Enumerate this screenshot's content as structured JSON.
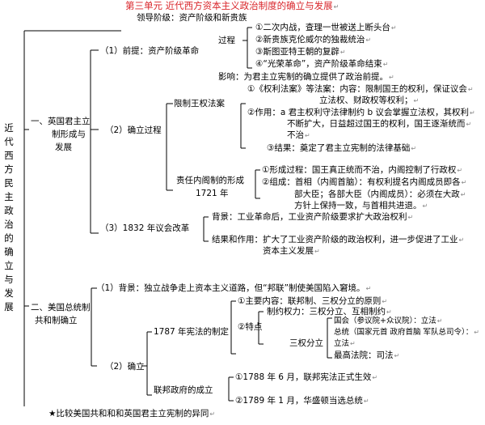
{
  "title": "第三单元 近代西方资本主义政治制度的确立与发展",
  "ret": "↵",
  "vertical_title": "近代西方民主政治的确立与发展",
  "leader": "领导阶级：资产阶级和新贵族",
  "sec1": {
    "label_l1": "一、英国君主立",
    "label_l2": "制形成与",
    "label_l3": "发展",
    "p1_label": "（1）前提：资产阶级革命",
    "process_label": "过程",
    "process_items": [
      "①二次内战，查理一世被送上断头台",
      "②新贵族克伦威尔的独裁统治",
      "③斯图亚特王朝的复辟",
      "④“光荣革命”，资产阶级革命结束"
    ],
    "influence": "影响：为君主立宪制的确立提供了政治前提。",
    "p2_label": "（2）确立过程",
    "limit_label": "限制王权法案",
    "bill_content_l1": "①《权利法案》等法案：内容：限制国王的权利，保证议会",
    "bill_content_l2": "立法权、财政权等权利；",
    "bill_role_l1": "②作用：a 君主权利守法律制约 b 议会掌握立法权，其权利",
    "bill_role_l2": "不断扩大，日益超过国王的权利，国王逐渐统而",
    "bill_role_l3": "不治",
    "bill_result": "③结果：奠定了君主立宪制的法律基础",
    "cabinet_label_l1": "责任内阁制的形成",
    "cabinet_label_l2": "1721 年",
    "cab_form": "①形成过程：国王真正统而不治，内阁控制了行政权",
    "cab_org_l1": "②组成：首相（内阁首脑）：有权利提名内阁成员即各",
    "cab_org_l2": "部大臣；各部大臣（内阁成员）：必须在大政",
    "cab_org_l3": "方针上保持一致，与首相共进退。",
    "p3_label": "（3）1832 年议会改革",
    "reform_bg": "背景：工业革命后，工业资产阶级要求扩大政治权利",
    "reform_res_l1": "结果和作用：扩大了工业资产阶级的政治权利，进一步促进了工业",
    "reform_res_l2": "资本主义发展"
  },
  "sec2": {
    "label_l1": "二、美国总统制",
    "label_l2": "共和制确立",
    "bg_text": "（1）背景：独立战争走上资本主义道路，但“邦联”制使美国陷入窘境。",
    "p2_label": "（2）确立",
    "const_label": "1787 年宪法的制定",
    "const_main": "①主要内容：联邦制、三权分立的原则",
    "feature_label": "②特点",
    "restrict": "制约权力：三权分立、互相制约",
    "three_label": "三权分立",
    "congress": "国会（参议院+众议院）：立法",
    "president_l1": "总统（国家元首 政府首脑 军队总司令）：",
    "president_l2": "立法",
    "court": "最高法院：司法",
    "fed_label": "联邦政府的成立",
    "fed1": "①1788 年 6 月，联邦宪法正式生效",
    "fed2": "②1789 年 1 月，华盛顿当选总统"
  },
  "bottom": "★比较美国共和和和英国君主立宪制的异同"
}
